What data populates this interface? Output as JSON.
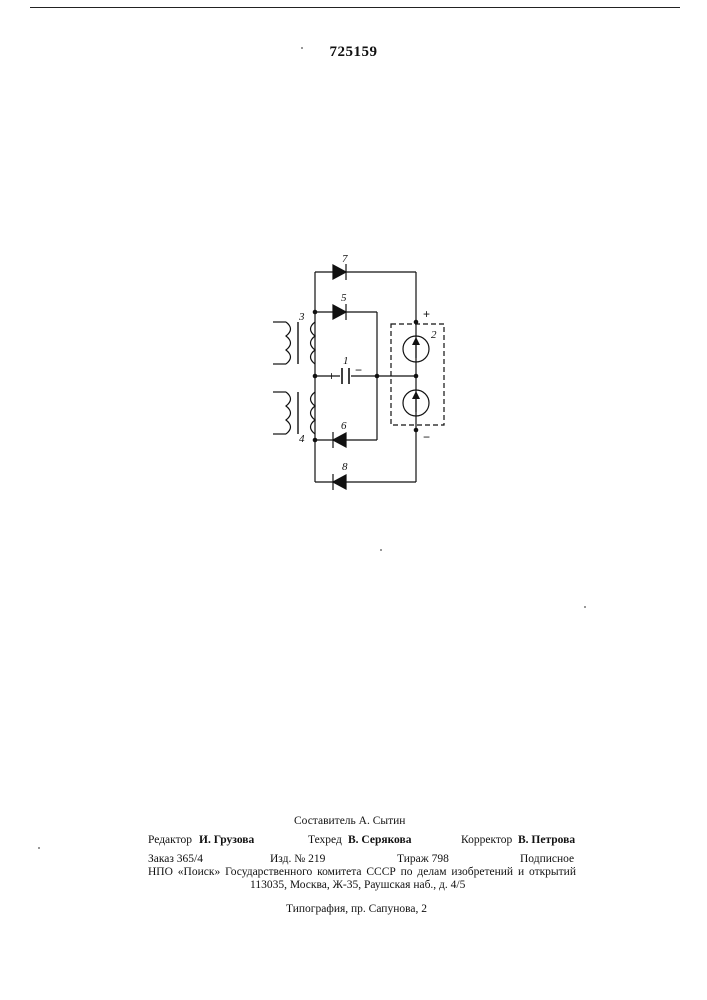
{
  "document": {
    "patent_number": "725159"
  },
  "diagram": {
    "labels": {
      "capacitor": "1",
      "source": "2",
      "winding_upper": "3",
      "winding_lower": "4",
      "diode_5": "5",
      "diode_6": "6",
      "diode_7": "7",
      "diode_8": "8"
    },
    "polarity": {
      "cap_plus": "+",
      "cap_minus": "−",
      "out_plus": "+",
      "out_minus": "−"
    }
  },
  "imprint": {
    "compiler": "Составитель А. Сытин",
    "editor_label": "Редактор",
    "editor_name": "И. Грузова",
    "techred_label": "Техред",
    "techred_name": "В. Серякова",
    "corrector_label": "Корректор",
    "corrector_name": "В. Петрова",
    "order": "Заказ 365/4",
    "edition": "Изд. № 219",
    "print_run": "Тираж 798",
    "subscription": "Подписное",
    "publisher_line": "НПО «Поиск» Государственного комитета СССР по делам изобретений и открытий",
    "address_line": "113035, Москва, Ж-35, Раушская наб., д. 4/5",
    "printing_house": "Типография, пр. Сапунова, 2"
  }
}
